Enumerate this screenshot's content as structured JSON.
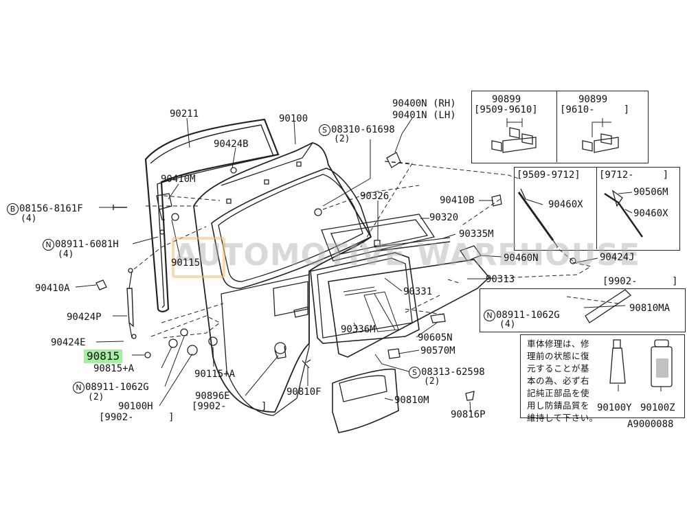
{
  "diagram_code": "A9000088",
  "watermark": "AUTOMOTIVE WAREHOUSE",
  "highlighted_part": "90815",
  "parts": {
    "p90211": "90211",
    "p90100": "90100",
    "p90424B": "90424B",
    "p90410M": "90410M",
    "p08156": "08156-8161F",
    "p08156_qty": "(4)",
    "p08911a": "08911-6081H",
    "p08911a_qty": "(4)",
    "p90115": "90115",
    "p90410A": "90410A",
    "p90424P": "90424P",
    "p90424E": "90424E",
    "p90815": "90815",
    "p90815A": "90815+A",
    "p08911b": "08911-1062G",
    "p08911b_qty": "(2)",
    "p90100H": "90100H",
    "p90100H_date": "[9902-      ]",
    "p90115A": "90115+A",
    "p90896E": "90896E",
    "p90896E_date": "[9902-      ]",
    "p90810F": "90810F",
    "p90810M": "90810M",
    "p90816P": "90816P",
    "p08313": "08313-62598",
    "p08313_qty": "(2)",
    "p90570M": "90570M",
    "p90605N": "90605N",
    "p90336M": "90336M",
    "p90331": "90331",
    "p90313": "90313",
    "p90460N": "90460N",
    "p90424J": "90424J",
    "p90335M": "90335M",
    "p90320": "90320",
    "p90326": "90326",
    "p90410B": "90410B",
    "p08310": "08310-61698",
    "p08310_qty": "(2)",
    "p90400N": "90400N (RH)",
    "p90401N": "90401N (LH)",
    "p90899a": "90899",
    "p90899a_date": "[9509-9610]",
    "p90899b": "90899",
    "p90899b_date": "[9610-     ]",
    "p9509": "[9509-9712]",
    "p9712": "[9712-     ]",
    "p90506M": "90506M",
    "p90460X_a": "90460X",
    "p90460X_b": "90460X",
    "p9902box": "[9902-      ]",
    "p08911c": "08911-1062G",
    "p08911c_qty": "(4)",
    "p90810MA": "90810MA",
    "p90100Y": "90100Y",
    "p90100Z": "90100Z",
    "symbol_B": "B",
    "symbol_N": "N",
    "symbol_S": "S"
  },
  "note_text": [
    "車体修理は、修",
    "理前の状態に復",
    "元することが基",
    "本の為、必ず右",
    "記純正部品を使",
    "用し防錆品質を",
    "維持して下さい。"
  ]
}
